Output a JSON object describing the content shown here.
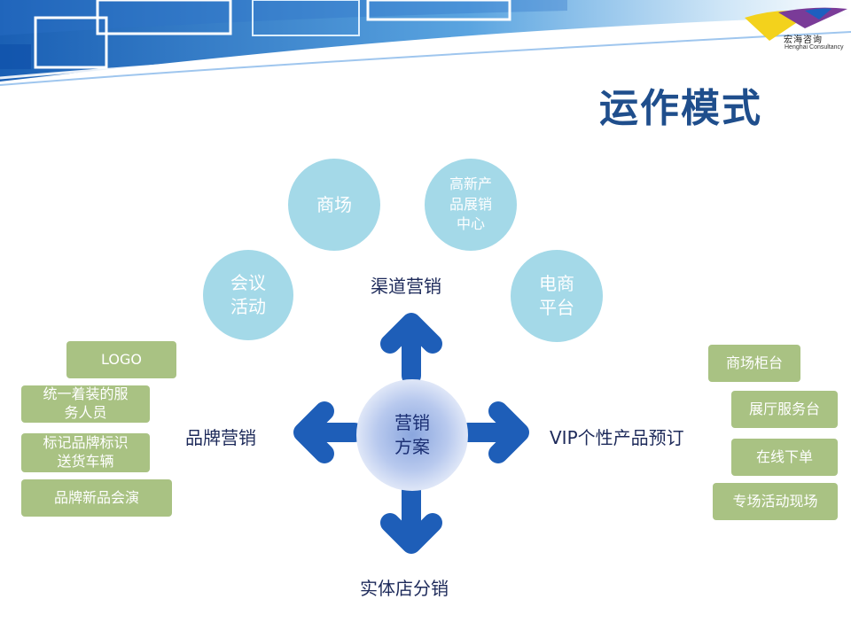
{
  "header": {
    "logo_name": "宏海咨询",
    "logo_sub": "Henghai Consultancy",
    "title": "运作模式"
  },
  "center": {
    "label": "营销\n方案"
  },
  "branches": {
    "top": "渠道营销",
    "left": "品牌营销",
    "right": "VIP个性产品预订",
    "bottom": "实体店分销"
  },
  "channel_circles": [
    "商场",
    "高新产\n品展销\n中心",
    "会议\n活动",
    "电商\n平台"
  ],
  "brand_boxes": [
    "LOGO",
    "统一着装的服\n务人员",
    "标记品牌标识\n送货车辆",
    "品牌新品会演"
  ],
  "vip_boxes": [
    "商场柜台",
    "展厅服务台",
    "在线下单",
    "专场活动现场"
  ],
  "colors": {
    "title": "#1f4e8c",
    "circle": "#a4d9e8",
    "box": "#a9c283",
    "arrow": "#1e5eb8"
  }
}
